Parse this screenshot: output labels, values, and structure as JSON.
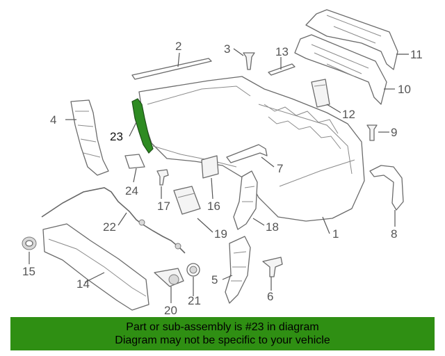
{
  "diagram": {
    "highlight_color": "#2e8b22",
    "callouts": [
      "1",
      "2",
      "3",
      "4",
      "5",
      "6",
      "7",
      "8",
      "9",
      "10",
      "11",
      "12",
      "13",
      "14",
      "15",
      "16",
      "17",
      "18",
      "19",
      "20",
      "21",
      "22",
      "23",
      "24"
    ],
    "highlighted_part": "23"
  },
  "banner": {
    "line1": "Part or sub-assembly is #23 in diagram",
    "line2": "Diagram may not be specific to your vehicle",
    "background": "#2f8f13"
  }
}
